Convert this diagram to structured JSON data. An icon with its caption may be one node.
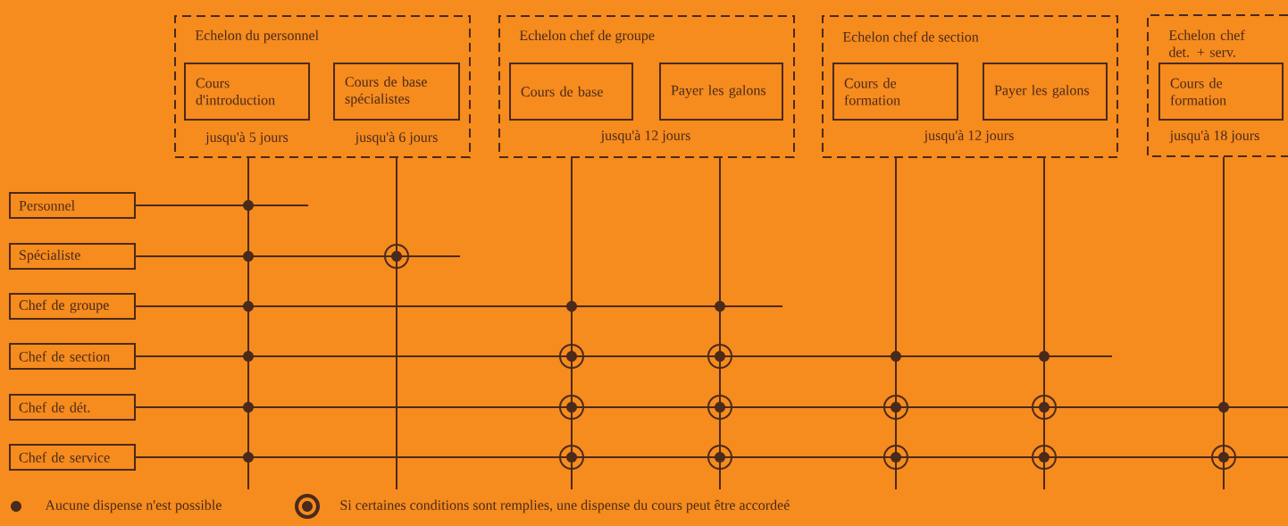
{
  "diagram": {
    "nodes": [
      {
        "text": [
          "Echelon du personnel"
        ]
      },
      {
        "text": [
          "Cours d'introduction"
        ],
        "in": 0,
        "beside": [
          "jusqu'à 5 jours"
        ]
      },
      {
        "text": [
          "Cours de base spécialistes"
        ],
        "in": 0,
        "beside": [
          "jusqu'à 6 jours"
        ]
      },
      {
        "text": [
          "Echelon chef de groupe",
          "jusqu'à 12 jours"
        ]
      },
      {
        "text": [
          "Cours de base"
        ],
        "in": 3
      },
      {
        "text": [
          "Payer les galons"
        ],
        "in": 3
      },
      {
        "text": [
          "Echelon chef de section",
          "jusqu'à 12 jours"
        ]
      },
      {
        "text": [
          "Cours de formation"
        ],
        "in": 6
      },
      {
        "text": [
          "Payer les galons"
        ],
        "in": 6
      },
      {
        "text": [
          "Echelon chef det. + serv.",
          "jusqu'à 18 jours"
        ]
      },
      {
        "text": [
          "Cours de formation"
        ],
        "in": 9
      },
      {
        "text": [
          "Personnel"
        ]
      },
      {
        "text": [
          "Spécialiste"
        ]
      },
      {
        "text": [
          "Chef de groupe"
        ]
      },
      {
        "text": [
          "Chef de section"
        ]
      },
      {
        "text": [
          "Chef de dét."
        ]
      },
      {
        "text": [
          "Chef de service"
        ]
      }
    ],
    "edges": [
      {
        "from": 0,
        "to": null,
        "arrow": "none"
      },
      {
        "from": 0,
        "to": null,
        "arrow": "none"
      },
      {
        "from": 3,
        "to": null,
        "arrow": "none"
      },
      {
        "from": 3,
        "to": null,
        "arrow": "none"
      },
      {
        "from": 6,
        "to": null,
        "arrow": "none"
      },
      {
        "from": 6,
        "to": null,
        "arrow": "none"
      },
      {
        "from": 9,
        "to": null,
        "arrow": "none"
      },
      {
        "from": 11,
        "to": null,
        "arrow": "none"
      },
      {
        "from": 12,
        "to": null,
        "arrow": "none"
      },
      {
        "from": 13,
        "to": null,
        "arrow": "none"
      },
      {
        "from": 14,
        "to": null,
        "arrow": "none"
      },
      {
        "from": 15,
        "to": null,
        "arrow": "none"
      },
      {
        "from": 16,
        "to": null,
        "arrow": "none"
      }
    ],
    "legend": [
      {
        "text": "Aucune dispense n'est possible"
      },
      {
        "text": "Si certaines conditions sont remplies, une dispense du cours peut être accordeé"
      }
    ]
  }
}
